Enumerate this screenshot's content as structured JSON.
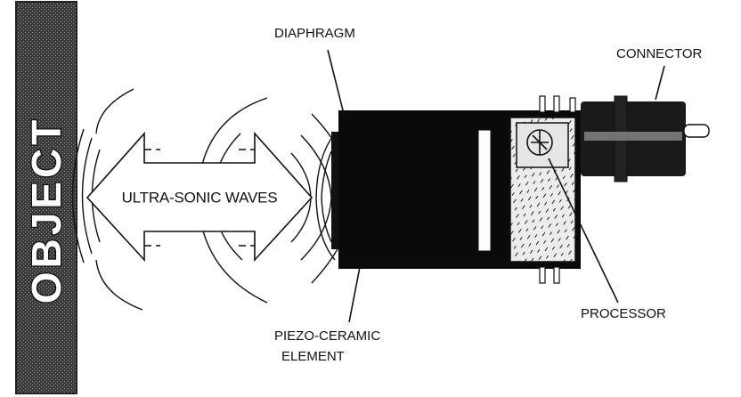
{
  "labels": {
    "object": "OBJECT",
    "waves": "ULTRA-SONIC WAVES",
    "diaphragm": "DIAPHRAGM",
    "connector": "CONNECTOR",
    "processor": "PROCESSOR",
    "piezo_line1": "PIEZO-CERAMIC",
    "piezo_line2": "ELEMENT"
  },
  "colors": {
    "ink": "#111111",
    "object_bar": "#3a3a3a",
    "paper": "#ffffff"
  }
}
